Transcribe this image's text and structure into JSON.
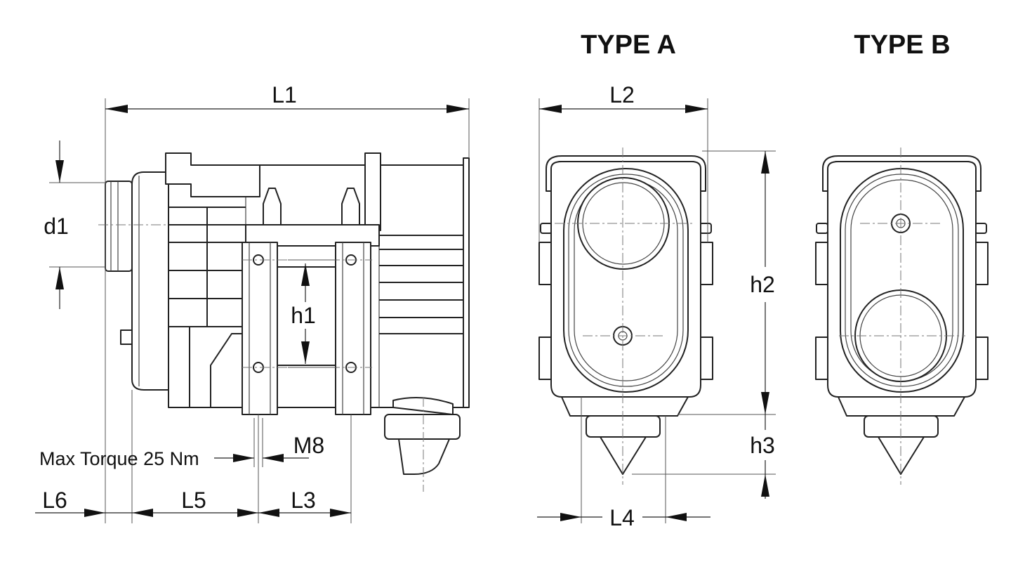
{
  "views": {
    "type_a": {
      "title": "TYPE A"
    },
    "type_b": {
      "title": "TYPE B"
    }
  },
  "dimensions": {
    "L1": "L1",
    "L2": "L2",
    "L3": "L3",
    "L4": "L4",
    "L5": "L5",
    "L6": "L6",
    "d1": "d1",
    "h1": "h1",
    "h2": "h2",
    "h3": "h3",
    "M8": "M8"
  },
  "notes": {
    "torque": "Max Torque 25 Nm"
  }
}
